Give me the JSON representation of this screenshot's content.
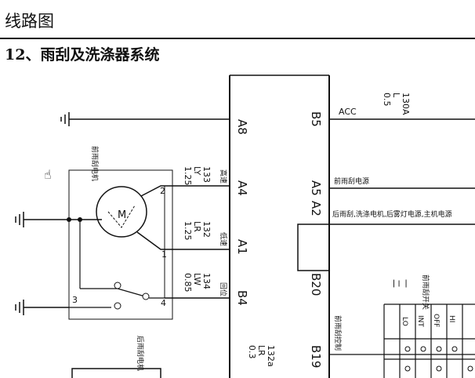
{
  "header": {
    "title": "线路图"
  },
  "section": {
    "title": "12、雨刮及洗涤器系统"
  },
  "diagram": {
    "connector_left_pins": [
      "A8",
      "A4",
      "A1",
      "B4"
    ],
    "connector_right_pins": [
      "B5",
      "A5",
      "A2",
      "B20",
      "B19"
    ],
    "wires": {
      "acc": [
        "130A",
        "L",
        "0.5"
      ],
      "w133": [
        "133",
        "LY",
        "1.25"
      ],
      "w132": [
        "132",
        "LR",
        "1.25"
      ],
      "w134": [
        "134",
        "LW",
        "0.85"
      ],
      "w132a": [
        "132a",
        "LR",
        "0.3"
      ]
    },
    "speed_labels": {
      "high": "高速",
      "low": "低速",
      "return": "回位"
    },
    "labels": {
      "acc": "ACC",
      "front_wiper_power": "前雨刮电源",
      "rear_power": "后雨刮,洗涤电机,后雾灯电源,主机电源",
      "front_wiper_control": "前雨刮控制",
      "front_motor": "前雨刮电机",
      "rear_motor": "后雨刮电机",
      "switch": "前雨刮开关",
      "motor_symbol": "M"
    },
    "switch_columns": [
      "OFF",
      "INT",
      "LO",
      "HI"
    ],
    "terminal_numbers": [
      "1",
      "2",
      "3",
      "4"
    ]
  }
}
